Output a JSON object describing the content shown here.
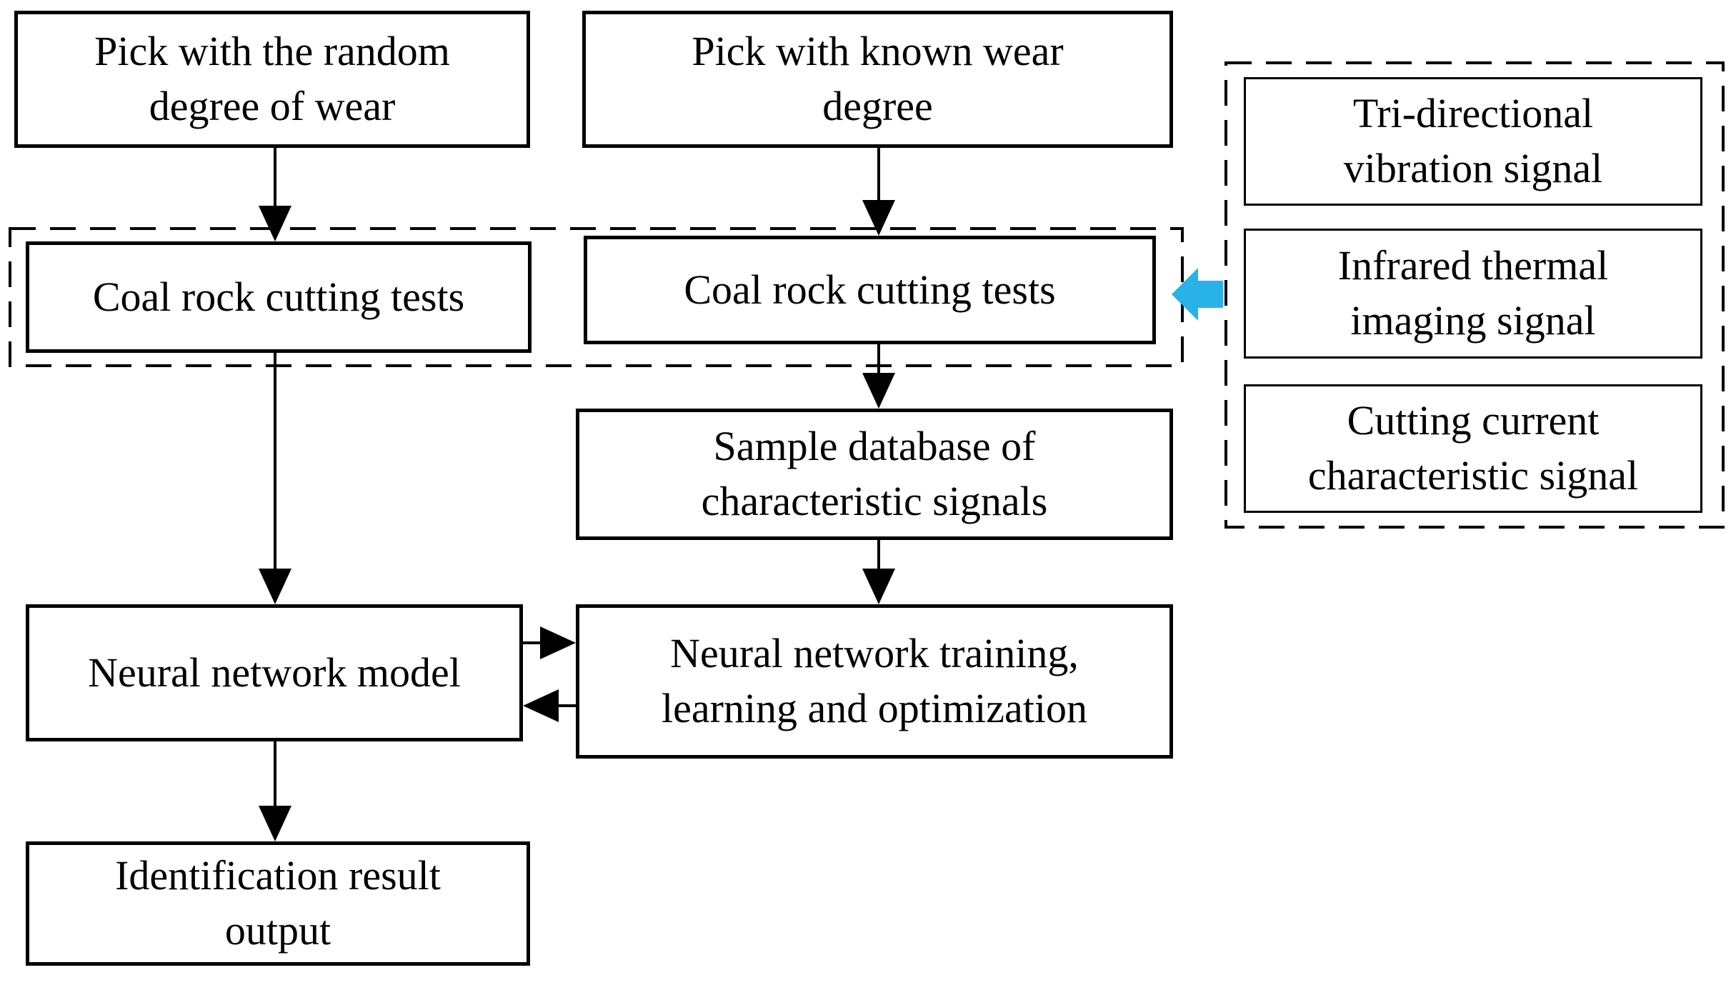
{
  "diagram": {
    "title": "Pick wear degree identification flowchart",
    "colors": {
      "line": "#000000",
      "background": "#ffffff",
      "highlight_arrow": "#29b2e8"
    },
    "boxes": {
      "pick_random": {
        "lines": [
          "Pick with the random",
          "degree of wear"
        ]
      },
      "pick_known": {
        "lines": [
          "Pick with known wear",
          "degree"
        ]
      },
      "coal_left": {
        "lines": [
          "Coal rock cutting tests"
        ]
      },
      "coal_right": {
        "lines": [
          "Coal rock cutting tests"
        ]
      },
      "tri_vibration": {
        "lines": [
          "Tri-directional",
          "vibration signal"
        ]
      },
      "infrared": {
        "lines": [
          "Infrared thermal",
          "imaging signal"
        ]
      },
      "cutting_current": {
        "lines": [
          "Cutting current",
          "characteristic signal"
        ]
      },
      "sample_db": {
        "lines": [
          "Sample database of",
          "characteristic signals"
        ]
      },
      "nn_model": {
        "lines": [
          "Neural network model"
        ]
      },
      "nn_training": {
        "lines": [
          "Neural network training,",
          "learning and optimization"
        ]
      },
      "id_output": {
        "lines": [
          "Identification result",
          "output"
        ]
      }
    }
  }
}
